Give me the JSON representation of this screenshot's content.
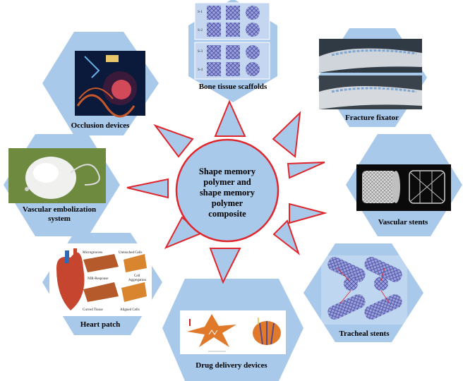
{
  "center": {
    "lines": [
      "Shape memory",
      "polymer and",
      "shape memory",
      "polymer",
      "composite"
    ]
  },
  "applications": {
    "bone": {
      "label": "Bone tissue scaffolds",
      "rows": [
        "S-1",
        "S-2",
        "S-3",
        "S-4"
      ]
    },
    "fracture": {
      "label": "Fracture fixator"
    },
    "occlusion": {
      "label": "Occlusion devices"
    },
    "embolization": {
      "label_line1": "Vascular embolization",
      "label_line2": "system"
    },
    "vascular": {
      "label": "Vascular stents"
    },
    "heart": {
      "label": "Heart patch",
      "annotations": [
        "Microgrooves",
        "Untouched Cells",
        "NIR-Response",
        "Cell",
        "Aggregation",
        "Curved Tissue",
        "Aligned Cells"
      ]
    },
    "drug": {
      "label": "Drug delivery devices"
    },
    "tracheal": {
      "label": "Tracheal stents"
    }
  },
  "colors": {
    "hex_fill": "#a9c9ea",
    "ray_stroke": "#e0262d",
    "ray_fill": "#a9c9ea",
    "circle_fill": "#a9c9ea"
  }
}
